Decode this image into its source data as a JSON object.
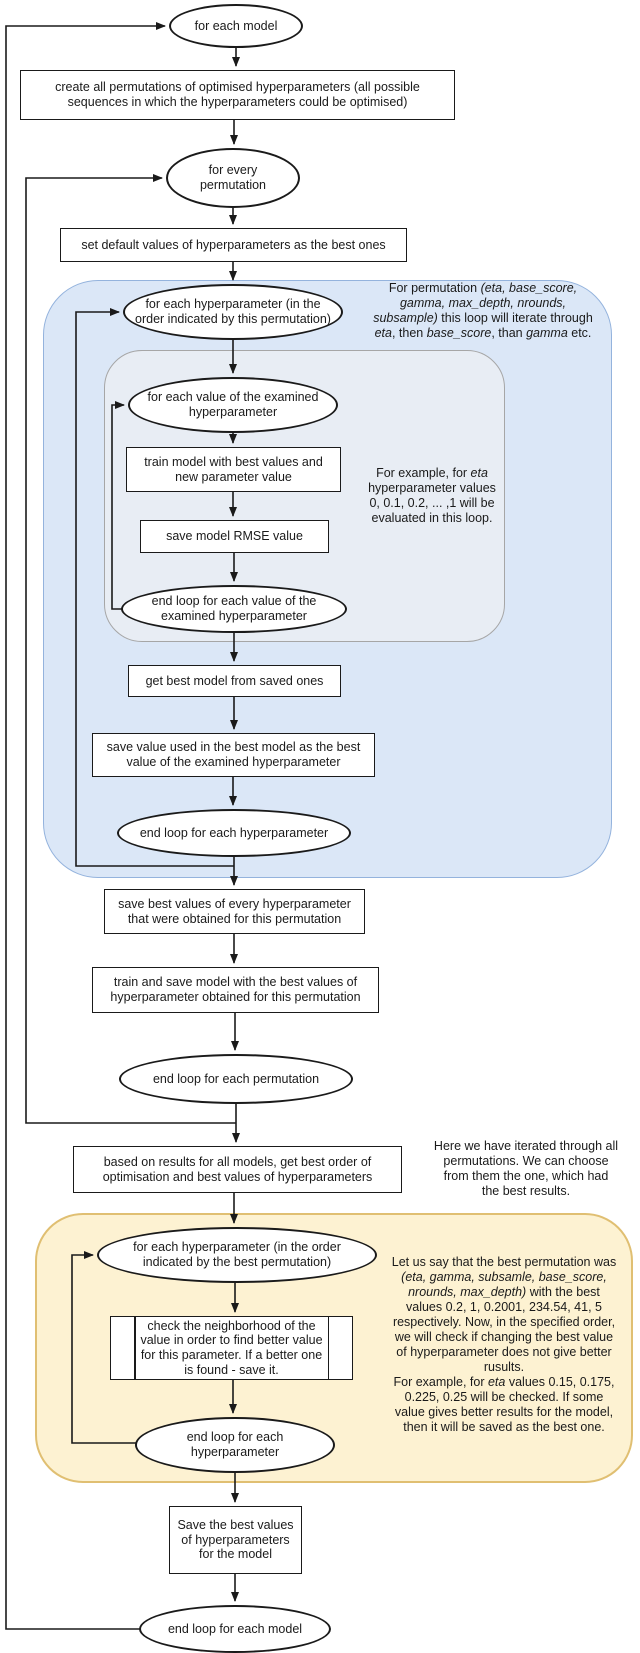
{
  "diagram": {
    "title_hint": "hyperparameter optimisation flowchart",
    "colors": {
      "blue_region_fill": "#dbe7f7",
      "blue_region_border": "#94b3dd",
      "gray_region_fill": "#e8edf4",
      "gray_region_border": "#a6a6a6",
      "yellow_region_fill": "#fdf2d2",
      "yellow_region_border": "#e0bf72",
      "line": "#1a1a1a",
      "node_fill": "#ffffff"
    },
    "nodes": {
      "for_each_model": "for each model",
      "create_permutations": "create all permutations of optimised hyperparameters (all possible sequences in which the hyperparameters could be optimised)",
      "for_every_permutation": "for every permutation",
      "set_defaults": "set default values of hyperparameters as the best ones",
      "for_each_hyperparameter": "for each hyperparameter (in the order indicated by this permutation)",
      "for_each_value": "for each value of the examined hyperparameter",
      "train_model": "train model with best values and new parameter value",
      "save_rmse": "save model RMSE value",
      "end_loop_value": "end loop for each value of the examined hyperparameter",
      "get_best_model": "get best model from saved ones",
      "save_value_best": "save value used in the best model as the best value of the examined hyperparameter",
      "end_loop_hyperparameter": "end loop for each hyperparameter",
      "save_best_values": "save best values of every hyperparameter that were obtained for this permutation",
      "train_save_model": "train and save model with the best values of hyperparameter obtained for this permutation",
      "end_loop_permutation": "end loop for each permutation",
      "best_order": "based on results for all models, get best order of optimisation and best values of  hyperparameters",
      "for_each_hyperparameter_best": "for each hyperparameter (in the order indicated by the best permutation)",
      "check_neighborhood": "check the neighborhood of the value in order to find better value for this parameter. If a better one is found - save it.",
      "end_loop_hyperparameter_2": "end loop for each hyperparameter",
      "save_best_final": "Save the best values of hyperparameters for the model",
      "end_loop_model": "end loop for each model"
    },
    "annotations": {
      "permutation_note": {
        "lines": [
          "For permutation *(eta, base_score,*",
          "*gamma, max_depth, nrounds,*",
          "*subsample)* this loop will iterate through",
          "*eta*, then *base_score*, than *gamma* etc."
        ]
      },
      "eta_note": {
        "lines": [
          "For example, for *eta*",
          "hyperparameter values",
          "0, 0.1, 0.2, ... ,1 will be",
          "evaluated in this loop."
        ]
      },
      "iterated_note": {
        "lines": [
          "Here we have iterated through all",
          "permutations. We can choose",
          "from them the one, which had",
          "the best results."
        ]
      },
      "best_permutation_note": {
        "lines": [
          "Let us say that the best permutation was",
          "*(eta, gamma, subsamle, base_score,*",
          "*nrounds, max_depth)* with the best",
          "values 0.2, 1, 0.2001, 234.54, 41, 5",
          "respectively. Now, in the specified order,",
          "we will check if changing the best value",
          "of hyperparameter does not give better",
          "rusults.",
          "For example, for *eta* values 0.15, 0.175,",
          "0.225, 0.25 will be checked. If some",
          "value gives better results for the model,",
          "then it will be saved as the best one."
        ]
      }
    }
  }
}
